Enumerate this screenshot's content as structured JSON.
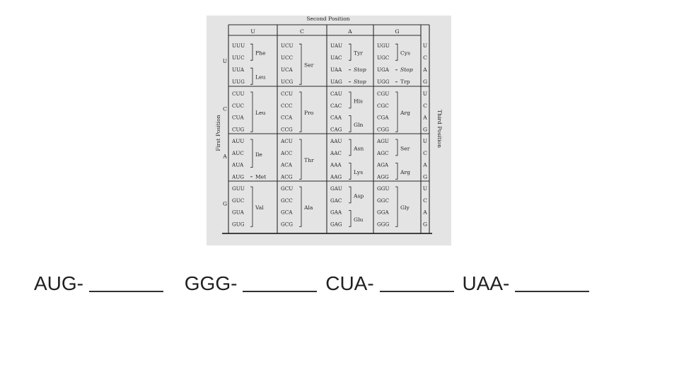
{
  "figure": {
    "top_label": "Second Position",
    "left_label": "First Position",
    "right_label": "Third Position",
    "columns": [
      "U",
      "C",
      "A",
      "G"
    ],
    "third_bases": [
      "U",
      "C",
      "A",
      "G"
    ],
    "rows": [
      {
        "first": "U",
        "cells": [
          {
            "codons": [
              "UUU",
              "UUC",
              "UUA",
              "UUG"
            ],
            "groups": [
              {
                "aa": "Phe",
                "from": 0,
                "to": 1
              },
              {
                "aa": "Leu",
                "from": 2,
                "to": 3
              }
            ]
          },
          {
            "codons": [
              "UCU",
              "UCC",
              "UCA",
              "UCG"
            ],
            "groups": [
              {
                "aa": "Ser",
                "from": 0,
                "to": 3
              }
            ]
          },
          {
            "codons": [
              "UAU",
              "UAC",
              "UAA",
              "UAG"
            ],
            "groups": [
              {
                "aa": "Tyr",
                "from": 0,
                "to": 1
              },
              {
                "aa": "Stop",
                "from": 2,
                "to": 2,
                "stop": true
              },
              {
                "aa": "Stop",
                "from": 3,
                "to": 3,
                "stop": true
              }
            ]
          },
          {
            "codons": [
              "UGU",
              "UGC",
              "UGA",
              "UGG"
            ],
            "groups": [
              {
                "aa": "Cys",
                "from": 0,
                "to": 1
              },
              {
                "aa": "Stop",
                "from": 2,
                "to": 2,
                "stop": true
              },
              {
                "aa": "Trp",
                "from": 3,
                "to": 3
              }
            ]
          }
        ]
      },
      {
        "first": "C",
        "cells": [
          {
            "codons": [
              "CUU",
              "CUC",
              "CUA",
              "CUG"
            ],
            "groups": [
              {
                "aa": "Leu",
                "from": 0,
                "to": 3
              }
            ]
          },
          {
            "codons": [
              "CCU",
              "CCC",
              "CCA",
              "CCG"
            ],
            "groups": [
              {
                "aa": "Pro",
                "from": 0,
                "to": 3
              }
            ]
          },
          {
            "codons": [
              "CAU",
              "CAC",
              "CAA",
              "CAG"
            ],
            "groups": [
              {
                "aa": "His",
                "from": 0,
                "to": 1
              },
              {
                "aa": "Gln",
                "from": 2,
                "to": 3
              }
            ]
          },
          {
            "codons": [
              "CGU",
              "CGC",
              "CGA",
              "CGG"
            ],
            "groups": [
              {
                "aa": "Arg",
                "from": 0,
                "to": 3
              }
            ]
          }
        ]
      },
      {
        "first": "A",
        "cells": [
          {
            "codons": [
              "AUU",
              "AUC",
              "AUA",
              "AUG"
            ],
            "groups": [
              {
                "aa": "Ile",
                "from": 0,
                "to": 2
              },
              {
                "aa": "Met",
                "from": 3,
                "to": 3
              }
            ]
          },
          {
            "codons": [
              "ACU",
              "ACC",
              "ACA",
              "ACG"
            ],
            "groups": [
              {
                "aa": "Thr",
                "from": 0,
                "to": 3
              }
            ]
          },
          {
            "codons": [
              "AAU",
              "AAC",
              "AAA",
              "AAG"
            ],
            "groups": [
              {
                "aa": "Asn",
                "from": 0,
                "to": 1
              },
              {
                "aa": "Lys",
                "from": 2,
                "to": 3
              }
            ]
          },
          {
            "codons": [
              "AGU",
              "AGC",
              "AGA",
              "AGG"
            ],
            "groups": [
              {
                "aa": "Ser",
                "from": 0,
                "to": 1
              },
              {
                "aa": "Arg",
                "from": 2,
                "to": 3
              }
            ]
          }
        ]
      },
      {
        "first": "G",
        "cells": [
          {
            "codons": [
              "GUU",
              "GUC",
              "GUA",
              "GUG"
            ],
            "groups": [
              {
                "aa": "Val",
                "from": 0,
                "to": 3
              }
            ]
          },
          {
            "codons": [
              "GCU",
              "GCC",
              "GCA",
              "GCG"
            ],
            "groups": [
              {
                "aa": "Ala",
                "from": 0,
                "to": 3
              }
            ]
          },
          {
            "codons": [
              "GAU",
              "GAC",
              "GAA",
              "GAG"
            ],
            "groups": [
              {
                "aa": "Asp",
                "from": 0,
                "to": 1
              },
              {
                "aa": "Glu",
                "from": 2,
                "to": 3
              }
            ]
          },
          {
            "codons": [
              "GGU",
              "GGC",
              "GGA",
              "GGG"
            ],
            "groups": [
              {
                "aa": "Gly",
                "from": 0,
                "to": 3
              }
            ]
          }
        ]
      }
    ]
  },
  "questions": [
    {
      "codon": "AUG-",
      "blank": ""
    },
    {
      "codon": "GGG-",
      "blank": ""
    },
    {
      "codon": "CUA-",
      "blank": ""
    },
    {
      "codon": "UAA-",
      "blank": ""
    }
  ]
}
